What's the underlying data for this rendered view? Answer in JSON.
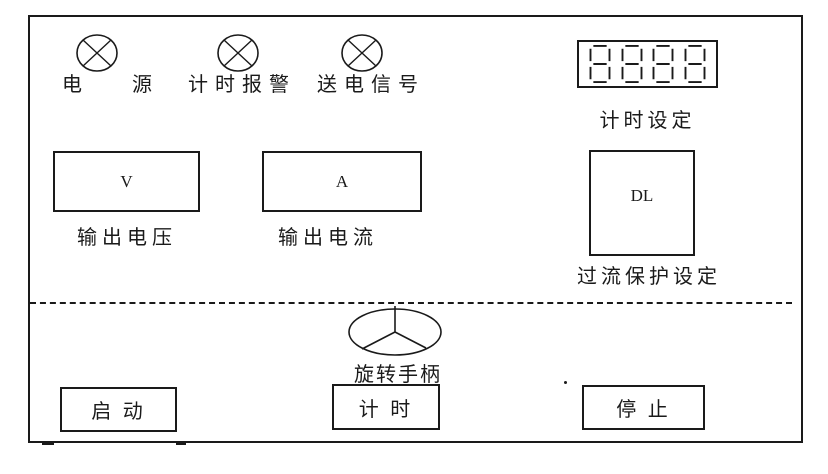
{
  "panel": {
    "line_color": "#1a1a1a",
    "lamps": [
      {
        "name": "power",
        "label": "电　源"
      },
      {
        "name": "timing-alarm",
        "label": "计时报警"
      },
      {
        "name": "power-on-signal",
        "label": "送电信号"
      }
    ],
    "timer_display": {
      "digit_count": "4",
      "label": "计时设定"
    },
    "meters": [
      {
        "symbol": "V",
        "label": "输出电压"
      },
      {
        "symbol": "A",
        "label": "输出电流"
      }
    ],
    "protection_setter": {
      "symbol": "DL",
      "label": "过流保护设定"
    },
    "rotary_handle": {
      "label": "旋转手柄"
    },
    "buttons": {
      "start": "启 动",
      "timing": "计 时",
      "stop": "停 止"
    }
  }
}
